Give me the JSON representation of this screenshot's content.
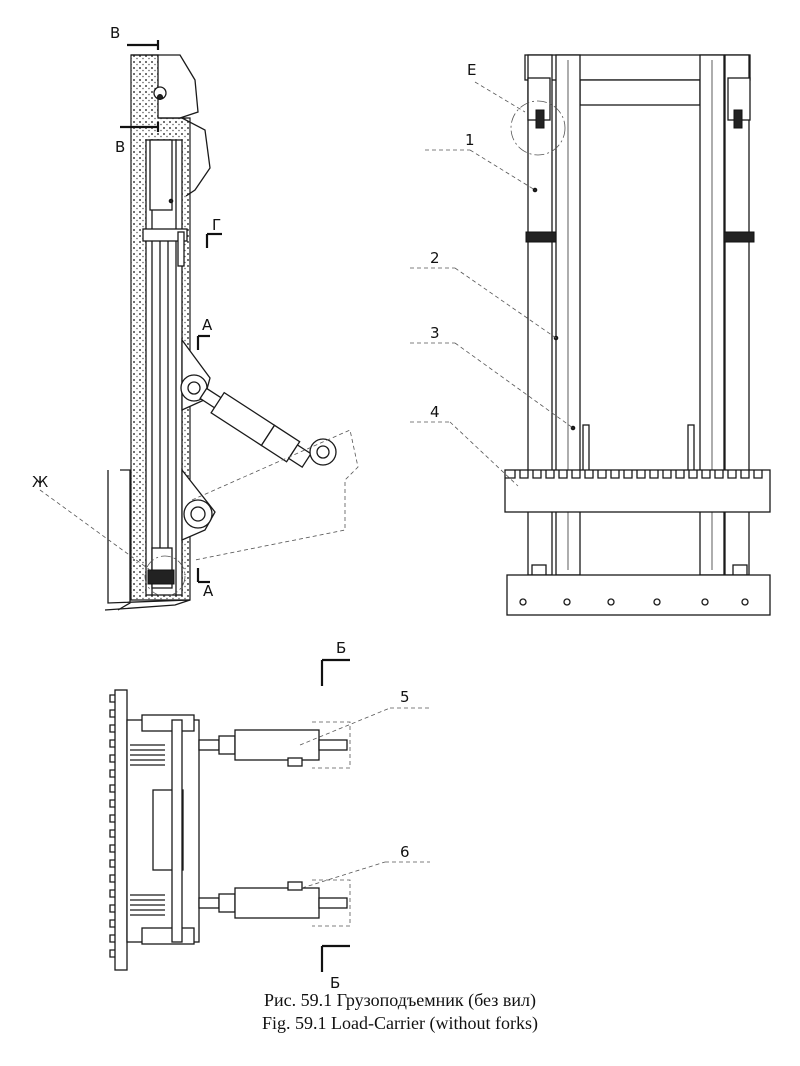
{
  "labels": {
    "section_b_top": "В",
    "section_b_bottom": "В",
    "section_g": "Г",
    "section_a_top": "А",
    "section_a_bottom": "А",
    "detail_zh": "Ж",
    "detail_e": "Е",
    "section_be_top": "Б",
    "section_be_bottom": "Б",
    "callout_1": "1",
    "callout_2": "2",
    "callout_3": "3",
    "callout_4": "4",
    "callout_5": "5",
    "callout_6": "6"
  },
  "caption": {
    "ru": "Рис. 59.1 Грузоподъемник (без вил)",
    "en": "Fig. 59.1 Load-Carrier (without forks)"
  }
}
